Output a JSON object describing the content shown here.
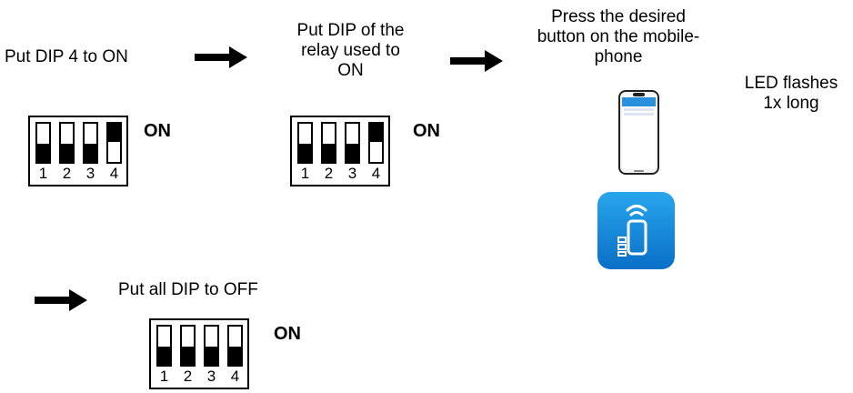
{
  "steps": {
    "step1": "Put DIP 4 to ON",
    "step2": "Put DIP of the\nrelay used to\nON",
    "step3": "Press the desired\nbutton on the mobile-\nphone",
    "step4": "LED  flashes\n1x long",
    "step5": "Put all DIP to OFF"
  },
  "dip_label": "ON",
  "dip_numbers": [
    "1",
    "2",
    "3",
    "4"
  ],
  "dip_switches": [
    {
      "states": [
        "off",
        "off",
        "off",
        "on"
      ]
    },
    {
      "states": [
        "off",
        "off",
        "off",
        "on"
      ]
    },
    {
      "states": [
        "off",
        "off",
        "off",
        "off"
      ]
    }
  ],
  "colors": {
    "app_icon_top": "#27a6ec",
    "app_icon_bottom": "#0a6fc7"
  },
  "icons": [
    "arrow-right-icon",
    "smartphone-icon",
    "remote-app-icon"
  ]
}
